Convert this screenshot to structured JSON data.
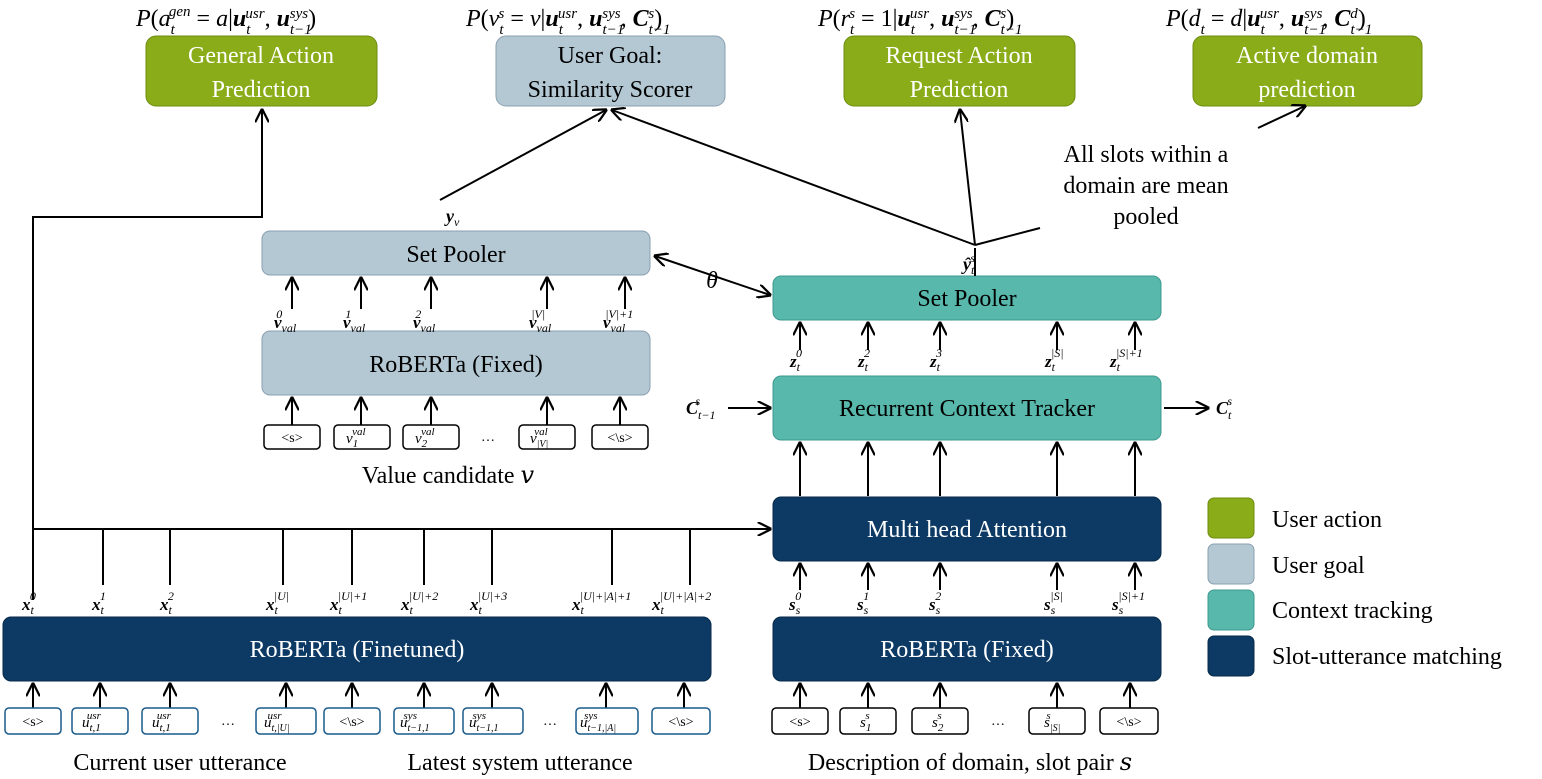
{
  "colors": {
    "user_action": "#8aac18",
    "user_goal": "#b4c8d4",
    "context_tracking": "#58b8ac",
    "slot_matching": "#0c3a64",
    "token_border": "#1a5a8a"
  },
  "top_boxes": {
    "general": {
      "line1": "General Action",
      "line2": "Prediction",
      "formula": "P(a_t^gen = a | u_t^usr, u_{t-1}^sys)"
    },
    "goal": {
      "line1": "User Goal:",
      "line2": "Similarity Scorer",
      "formula": "P(v_t^s = v | u_t^usr, u_{t-1}^sys, C_{t-1}^s)"
    },
    "request": {
      "line1": "Request Action",
      "line2": "Prediction",
      "formula": "P(r_t^s = 1 | u_t^usr, u_{t-1}^sys, C_{t-1}^s)"
    },
    "domain": {
      "line1": "Active domain",
      "line2": "prediction",
      "formula": "P(d_t = d | u_t^usr, u_{t-1}^sys, C_{t-1}^d)"
    }
  },
  "annotation": {
    "line1": "All slots within a",
    "line2": "domain are mean",
    "line3": "pooled"
  },
  "blocks": {
    "set_pooler_left": "Set Pooler",
    "roberta_fixed_left": "RoBERTa (Fixed)",
    "set_pooler_right": "Set Pooler",
    "recurrent": "Recurrent Context Tracker",
    "mha": "Multi head Attention",
    "roberta_finetuned": "RoBERTa (Finetuned)",
    "roberta_fixed_right": "RoBERTa (Fixed)"
  },
  "captions": {
    "value_candidate": "Value candidate 𝑣",
    "current_user": "Current user utterance",
    "latest_system": "Latest system utterance",
    "description": "Description of domain, slot pair 𝑠"
  },
  "symbols": {
    "theta": "θ",
    "ellipsis": "…",
    "lt_s": "<s>",
    "lt_bs": "<\\s>"
  },
  "legend": [
    {
      "label": "User action",
      "color": "#8aac18"
    },
    {
      "label": "User goal",
      "color": "#b4c8d4"
    },
    {
      "label": "Context tracking",
      "color": "#58b8ac"
    },
    {
      "label": "Slot-utterance matching",
      "color": "#0c3a64"
    }
  ]
}
